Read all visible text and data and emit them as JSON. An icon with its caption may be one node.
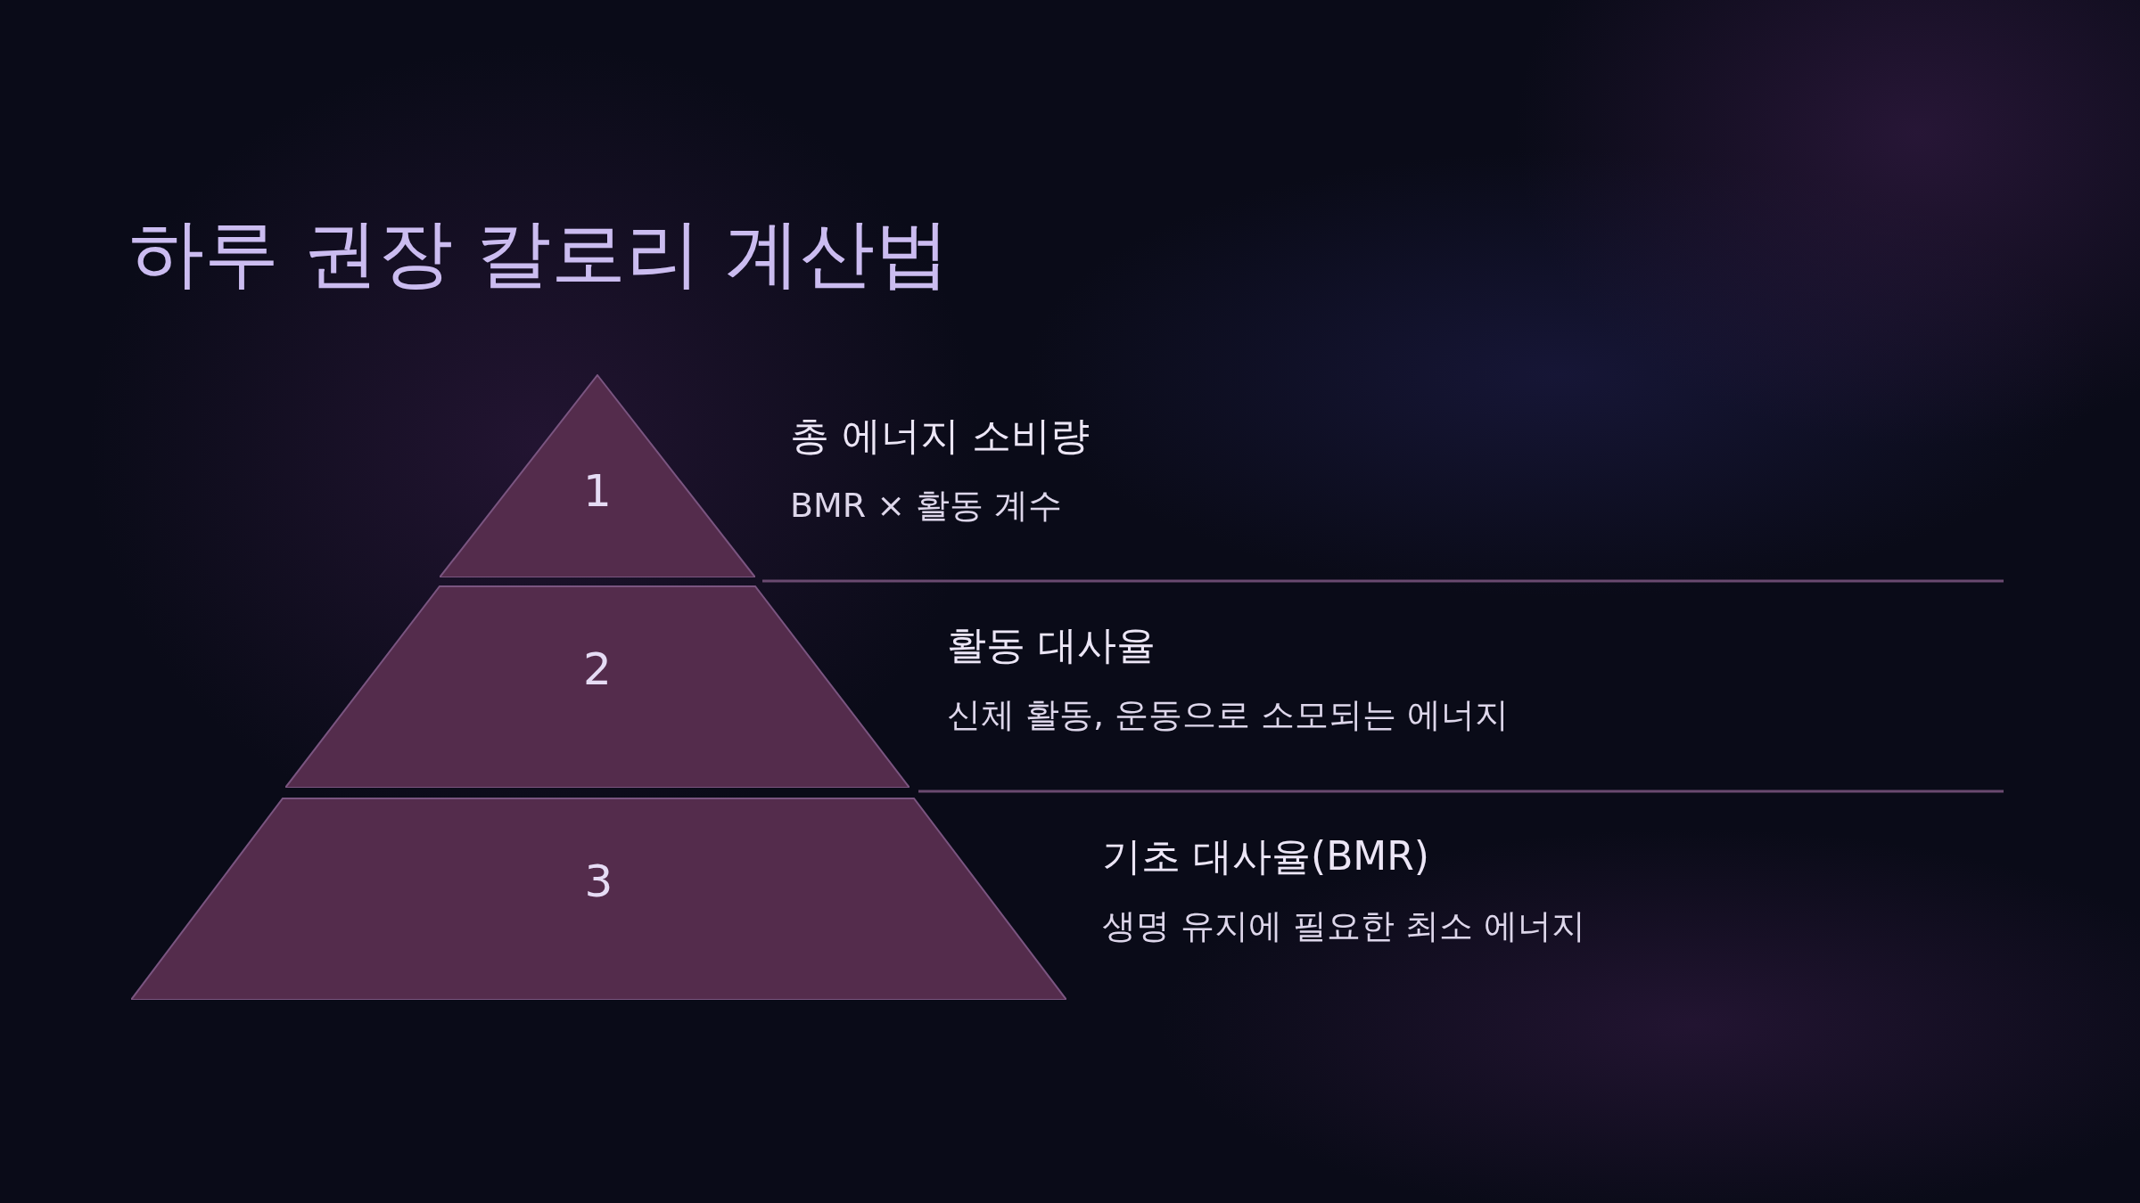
{
  "diagram": {
    "title": "하루 권장 칼로리 계산법",
    "nodes": [
      {
        "text": [
          "1"
        ],
        "beside": [
          "총 에너지 소비량",
          "BMR × 활동 계수"
        ]
      },
      {
        "text": [
          "2"
        ],
        "beside": [
          "활동 대사율",
          "신체 활동, 운동으로 소모되는 에너지"
        ]
      },
      {
        "text": [
          "3"
        ],
        "beside": [
          "기초 대사율(BMR)",
          "생명 유지에 필요한 최소 에너지"
        ]
      }
    ],
    "edges": []
  }
}
